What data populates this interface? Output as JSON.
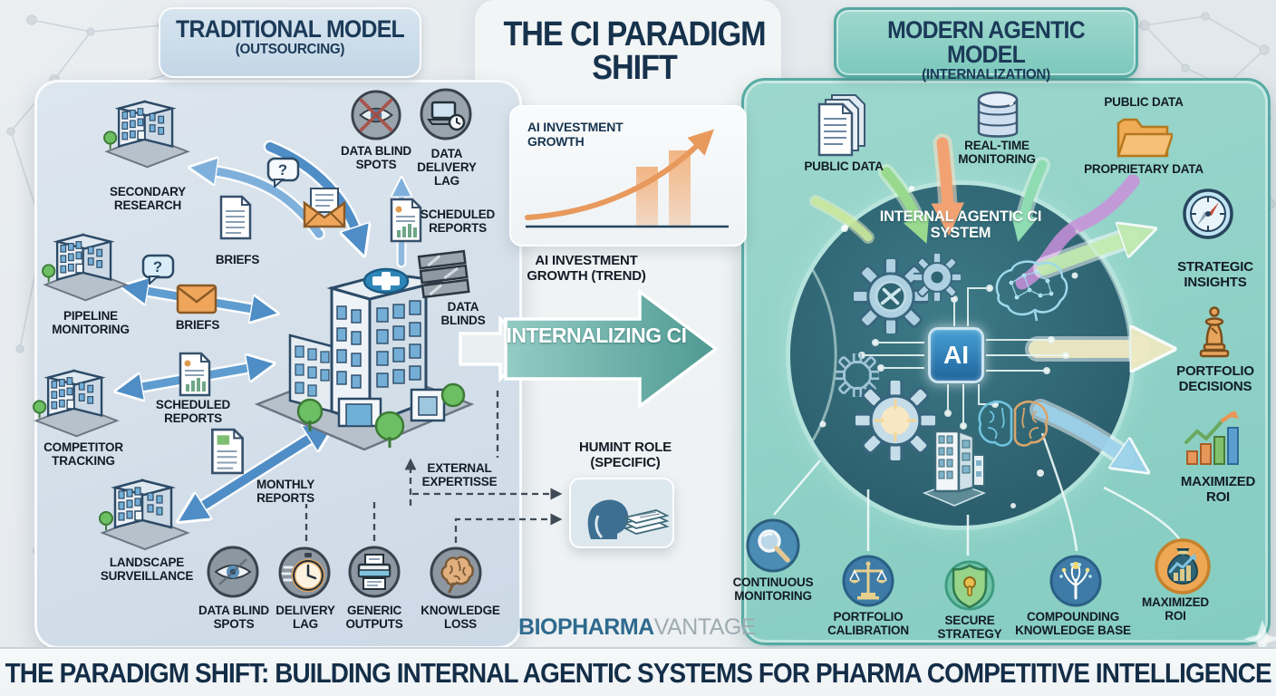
{
  "banner": {
    "text": "THE PARADIGM SHIFT: BUILDING INTERNAL AGENTIC SYSTEMS FOR PHARMA COMPETITIVE INTELLIGENCE"
  },
  "logo": {
    "primary": "BIOPHARMA",
    "secondary": "VANTAGE"
  },
  "center": {
    "title": "THE CI PARADIGM SHIFT",
    "chart_label": "AI INVESTMENT GROWTH",
    "trend_label": "AI INVESTMENT GROWTH (TREND)",
    "arrow_label": "INTERNALIZING CI",
    "humint_label": "HUMINT ROLE (SPECIFIC)"
  },
  "left_panel": {
    "header_title": "TRADITIONAL MODEL",
    "header_subtitle": "(OUTSOURCING)",
    "sources": {
      "secondary_research": "SECONDARY RESEARCH",
      "pipeline_monitoring": "PIPELINE MONITORING",
      "competitor_tracking": "COMPETITOR TRACKING",
      "landscape_surveillance": "LANDSCAPE SURVEILLANCE"
    },
    "flows": {
      "briefs_doc": "BRIEFS",
      "briefs_mail": "BRIEFS",
      "scheduled_reports_left": "SCHEDULED REPORTS",
      "monthly_reports": "MONTHLY REPORTS",
      "scheduled_reports_right": "SCHEDULED REPORTS",
      "external_expertise": "EXTERNAL EXPERTISSE",
      "question_mark": "?"
    },
    "problems": {
      "data_blind_spots_top": "DATA BLIND SPOTS",
      "data_delivery_lag": "DATA DELIVERY LAG",
      "data_blinds": "DATA BLINDS",
      "data_blind_spots": "DATA BLIND SPOTS",
      "delivery_lag": "DELIVERY LAG",
      "generic_outputs": "GENERIC OUTPUTS",
      "knowledge_loss": "KNOWLEDGE LOSS"
    }
  },
  "right_panel": {
    "header_title": "MODERN AGENTIC MODEL",
    "header_subtitle": "(INTERNALIZATION)",
    "inputs": {
      "public_data_left": "PUBLIC DATA",
      "real_time_monitoring": "REAL-TIME MONITORING",
      "public_data_right": "PUBLIC DATA",
      "proprietary_data": "PROPRIETARY DATA"
    },
    "core": {
      "title": "INTERNAL AGENTIC CI SYSTEM",
      "chip": "AI"
    },
    "outputs": {
      "strategic_insights": "STRATEGIC INSIGHTS",
      "portfolio_decisions": "PORTFOLIO DECISIONS",
      "maximized_roi_side": "MAXIMIZED ROI"
    },
    "benefits": {
      "continuous_monitoring": "CONTINUOUS MONITORING",
      "portfolio_calibration": "PORTFOLIO CALIBRATION",
      "secure_strategy": "SECURE STRATEGY",
      "compounding_knowledge_base": "COMPOUNDING KNOWLEDGE BASE",
      "maximized_roi_bottom": "MAXIMIZED ROI"
    }
  },
  "colors": {
    "navy": "#16324c",
    "teal_panel": "#8fd1c8",
    "teal_arrow": "#549b94",
    "blue_arrow": "#4f8dc6",
    "orange": "#e8995c",
    "logo_blue": "#2e6a8e",
    "logo_gray": "#9fabb3"
  }
}
